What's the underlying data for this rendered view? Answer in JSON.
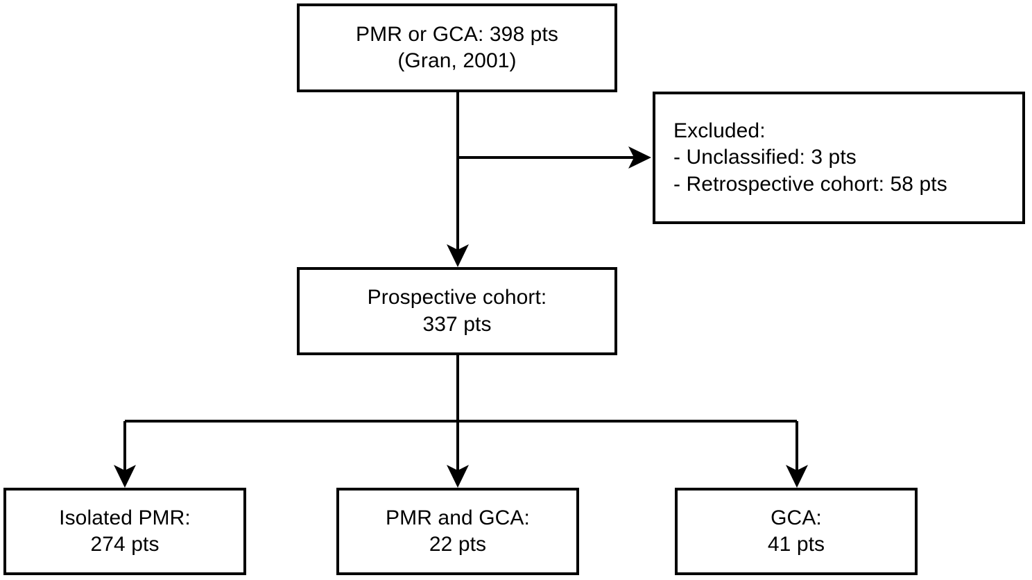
{
  "diagram": {
    "title": "PMR/GCA cohort patient flow diagram",
    "type": "flowchart",
    "background_color": "#ffffff",
    "line_color": "#000000",
    "text_color": "#000000"
  },
  "nodes": {
    "source_cohort": {
      "id": "source-cohort",
      "align": "center",
      "lines": [
        "PMR or GCA: 398 pts",
        "(Gran, 2001)"
      ],
      "line1": "PMR or GCA: 398 pts",
      "line2": "(Gran, 2001)",
      "count": 398,
      "unit": "pts",
      "citation": "Gran, 2001"
    },
    "excluded": {
      "id": "excluded",
      "align": "left",
      "lines": [
        "Excluded:",
        "- Unclassified: 3 pts",
        "- Retrospective cohort: 58 pts"
      ],
      "line1": "Excluded:",
      "line2": "- Unclassified: 3 pts",
      "line3": "- Retrospective cohort: 58 pts",
      "unclassified_count": 3,
      "retrospective_count": 58
    },
    "prospective": {
      "id": "prospective-cohort",
      "align": "center",
      "lines": [
        "Prospective cohort:",
        "337 pts"
      ],
      "line1": "Prospective cohort:",
      "line2": "337 pts",
      "count": 337,
      "unit": "pts"
    },
    "isolated_pmr": {
      "id": "isolated-pmr",
      "align": "center",
      "lines": [
        "Isolated PMR:",
        "274 pts"
      ],
      "line1": "Isolated PMR:",
      "line2": "274 pts",
      "count": 274,
      "unit": "pts"
    },
    "pmr_and_gca": {
      "id": "pmr-and-gca",
      "align": "center",
      "lines": [
        "PMR and GCA:",
        "22 pts"
      ],
      "line1": "PMR and GCA:",
      "line2": "22 pts",
      "count": 22,
      "unit": "pts"
    },
    "gca": {
      "id": "gca",
      "align": "center",
      "lines": [
        "GCA:",
        "41 pts"
      ],
      "line1": "GCA:",
      "line2": "41 pts",
      "count": 41,
      "unit": "pts"
    }
  },
  "edges": [
    {
      "id": "source-to-excluded",
      "from": "source_cohort",
      "to": "excluded",
      "direction": "right",
      "arrow": true
    },
    {
      "id": "source-to-prospective",
      "from": "source_cohort",
      "to": "prospective",
      "direction": "down",
      "arrow": true
    },
    {
      "id": "prospective-to-isolated-pmr",
      "from": "prospective",
      "to": "isolated_pmr",
      "direction": "down",
      "arrow": true
    },
    {
      "id": "prospective-to-pmr-and-gca",
      "from": "prospective",
      "to": "pmr_and_gca",
      "direction": "down",
      "arrow": true
    },
    {
      "id": "prospective-to-gca",
      "from": "prospective",
      "to": "gca",
      "direction": "down",
      "arrow": true
    }
  ]
}
